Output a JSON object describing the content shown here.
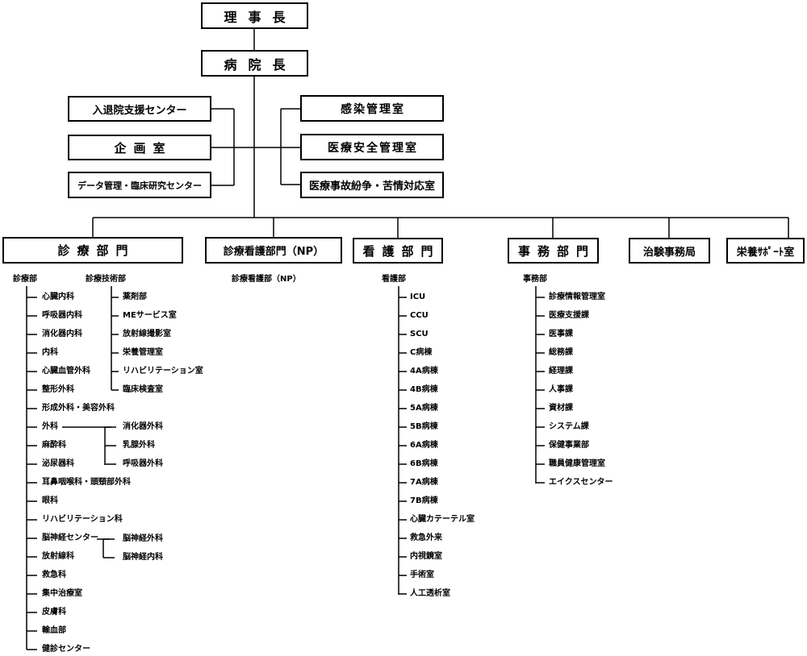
{
  "top": {
    "chairman": "理事長",
    "director": "病院長"
  },
  "staff_left": [
    "入退院支援センター",
    "企画室",
    "データ管理・臨床研究センター"
  ],
  "staff_right": [
    "感染管理室",
    "医療安全管理室",
    "医療事故紛争・苦情対応室"
  ],
  "divisions": [
    "診療部門",
    "診療看護部門（NP）",
    "看護部門",
    "事務部門",
    "治験事務局",
    "栄養ｻﾎﾟｰﾄ室"
  ],
  "medical": {
    "head": "診療部",
    "depts": [
      "心臓内科",
      "呼吸器内科",
      "消化器内科",
      "内科",
      "心臓血管外科",
      "整形外科",
      "形成外科・美容外科",
      "外科",
      "麻酔科",
      "泌尿器科",
      "耳鼻咽喉科・頭頸部外科",
      "眼科",
      "リハビリテーション科",
      "脳神経センター",
      "放射線科",
      "救急科",
      "集中治療室",
      "皮膚科",
      "輸血部",
      "健診センター"
    ],
    "surgery_sub": [
      "消化器外科",
      "乳腺外科",
      "呼吸器外科"
    ],
    "neuro_sub": [
      "脳神経外科",
      "脳神経内科"
    ]
  },
  "tech": {
    "head": "診療技術部",
    "items": [
      "薬剤部",
      "MEサービス室",
      "放射線撮影室",
      "栄養管理室",
      "リハビリテーション室",
      "臨床検査室"
    ]
  },
  "np": {
    "head": "診療看護部（NP）"
  },
  "nursing": {
    "head": "看護部",
    "items": [
      "ICU",
      "CCU",
      "SCU",
      "C病棟",
      "4A病棟",
      "4B病棟",
      "5A病棟",
      "5B病棟",
      "6A病棟",
      "6B病棟",
      "7A病棟",
      "7B病棟",
      "心臓カテーテル室",
      "救急外来",
      "内視鏡室",
      "手術室",
      "人工透析室"
    ]
  },
  "admin": {
    "head": "事務部",
    "items": [
      "診療情報管理室",
      "医療支援課",
      "医事課",
      "総務課",
      "経理課",
      "人事課",
      "資材課",
      "システム課",
      "保健事業部",
      "職員健康管理室",
      "エイクスセンター"
    ]
  }
}
